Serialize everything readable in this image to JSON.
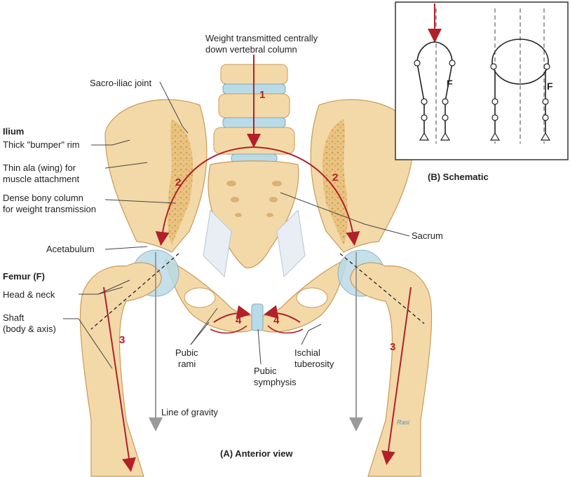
{
  "labels": {
    "weight_line1": "Weight transmitted centrally",
    "weight_line2": "down vertebral column",
    "sacroiliac": "Sacro-iliac joint",
    "ilium": "Ilium",
    "bumper_rim": "Thick \"bumper\" rim",
    "thin_ala_1": "Thin ala (wing) for",
    "thin_ala_2": "muscle attachment",
    "dense_col_1": "Dense bony column",
    "dense_col_2": "for weight transmission",
    "acetabulum": "Acetabulum",
    "femur": "Femur (F)",
    "head_neck": "Head & neck",
    "shaft_1": "Shaft",
    "shaft_2": "(body & axis)",
    "pubic_rami_1": "Pubic",
    "pubic_rami_2": "rami",
    "pubic_symph_1": "Pubic",
    "pubic_symph_2": "symphysis",
    "ischial_1": "Ischial",
    "ischial_2": "tuberosity",
    "line_gravity": "Line of gravity",
    "sacrum": "Sacrum",
    "anterior_view": "(A) Anterior view",
    "schematic": "(B) Schematic",
    "f_left": "F",
    "f_right": "F",
    "artist": "Rasi"
  },
  "numbers": {
    "n1": "1",
    "n2_left": "2",
    "n2_right": "2",
    "n3_left": "3",
    "n3_right": "3",
    "n4_left": "4",
    "n4_right": "4"
  },
  "colors": {
    "bone": "#f3d9a8",
    "bone_dark": "#d9b275",
    "cancellous": "#e3b86a",
    "cartilage": "#b9dbe8",
    "ligament": "#e8eef4",
    "arrow_red": "#b22028",
    "gravity_gray": "#9a9a9a"
  }
}
